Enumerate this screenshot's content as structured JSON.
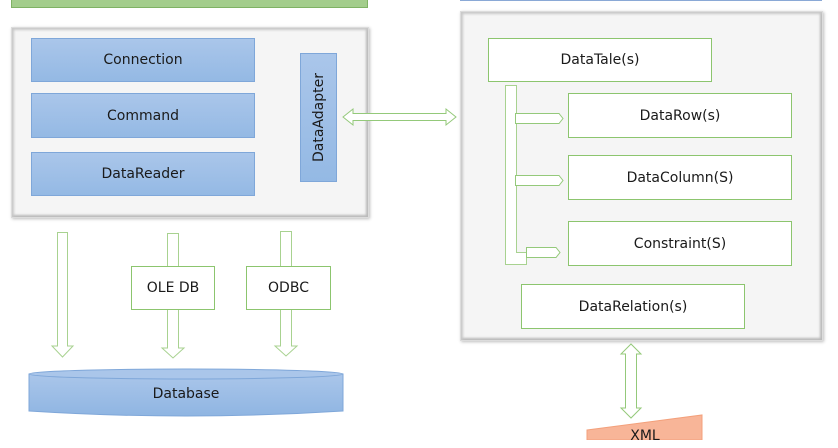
{
  "diagram": {
    "top_banners": {
      "left_label": "",
      "right_label": ""
    },
    "left_panel": {
      "components": [
        {
          "label": "Connection"
        },
        {
          "label": "Command"
        },
        {
          "label": "DataReader"
        }
      ],
      "adapter": {
        "label": "DataAdapter"
      }
    },
    "providers": [
      {
        "label": "OLE DB"
      },
      {
        "label": "ODBC"
      }
    ],
    "database": {
      "label": "Database"
    },
    "right_panel": {
      "table": {
        "label": "DataTale(s)"
      },
      "children": [
        {
          "label": "DataRow(s)"
        },
        {
          "label": "DataColumn(S)"
        },
        {
          "label": "Constraint(S)"
        }
      ],
      "relation": {
        "label": "DataRelation(s)"
      }
    },
    "xml": {
      "label": "XML"
    },
    "colors": {
      "blue_fill": "#9dbfe7",
      "green_stroke": "#8cc56e",
      "xml_fill": "#f8b598",
      "panel_bg": "#f5f5f5"
    }
  }
}
